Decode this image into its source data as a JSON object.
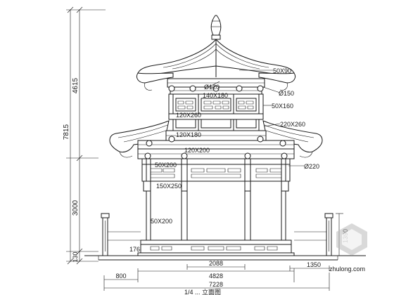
{
  "drawing": {
    "dimensions": {
      "upper_height": "4615",
      "total_height": "7815",
      "column_height": "3000",
      "base_height": "130",
      "right_post_height": "1390",
      "center_span": "2088",
      "right_step": "1350",
      "left_step": "800",
      "platform_width": "4828",
      "total_width": "7228"
    },
    "labels": {
      "purlin_top": "50X90",
      "post_diameter_top": "Ø120",
      "beam_upper": "140X180",
      "post_diameter_mid": "Ø150",
      "beam_mid_right": "50X160",
      "beam_a": "120X260",
      "beam_b": "120X180",
      "beam_c": "120X200",
      "beam_right": "220X260",
      "lintel": "50X200",
      "column_diameter": "Ø220",
      "rail_beam": "150X250",
      "lower_rail": "50X200",
      "sill_small": "176"
    },
    "caption": "1/4 ... 立面图",
    "watermark_text": "zhulong.com"
  }
}
